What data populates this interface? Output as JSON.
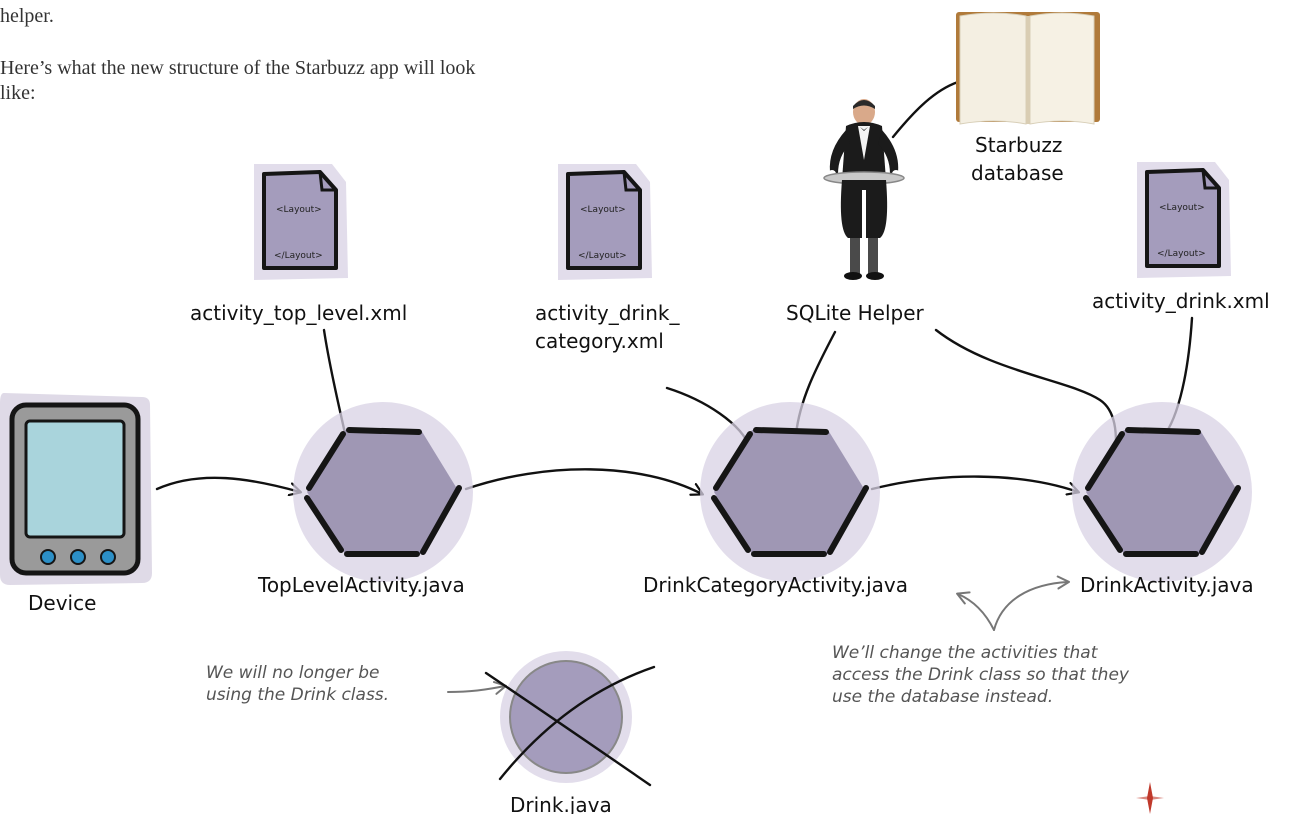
{
  "intro": {
    "line1": "helper.",
    "line2a": "Here’s what the new structure of the Starbuzz app will look",
    "line2b": "like:"
  },
  "nodes": {
    "layout_top": {
      "label": "activity_top_level.xml",
      "tag_open": "<Layout>",
      "tag_close": "</Layout>"
    },
    "layout_category": {
      "label_line1": "activity_drink_",
      "label_line2": "category.xml",
      "tag_open": "<Layout>",
      "tag_close": "</Layout>"
    },
    "layout_drink": {
      "label": "activity_drink.xml",
      "tag_open": "<Layout>",
      "tag_close": "</Layout>"
    },
    "helper": {
      "label": "SQLite Helper"
    },
    "database": {
      "label_line1": "Starbuzz",
      "label_line2": "database"
    },
    "device": {
      "label": "Device"
    },
    "top_level_activity": {
      "label": "TopLevelActivity.java"
    },
    "drink_category_activity": {
      "label": "DrinkCategoryActivity.java"
    },
    "drink_activity": {
      "label": "DrinkActivity.java"
    },
    "drink_class": {
      "label": "Drink.java"
    }
  },
  "annotations": {
    "drink_class_note": {
      "line1": "We will no longer be",
      "line2": "using the Drink class."
    },
    "activities_note": {
      "line1": "We’ll change the activities that",
      "line2": "access the Drink class so that they",
      "line3": "use the database instead."
    }
  },
  "icons": [
    "document-icon",
    "butler-icon",
    "book-icon",
    "device-icon",
    "activity-hexagon-icon",
    "crossed-out-circle-icon",
    "compass-icon"
  ],
  "colors": {
    "activity_fill": "#9f97b4",
    "halo": "#d8d2e4",
    "device_screen": "#a9d4dc",
    "device_buttons": "#2c8fc6"
  }
}
